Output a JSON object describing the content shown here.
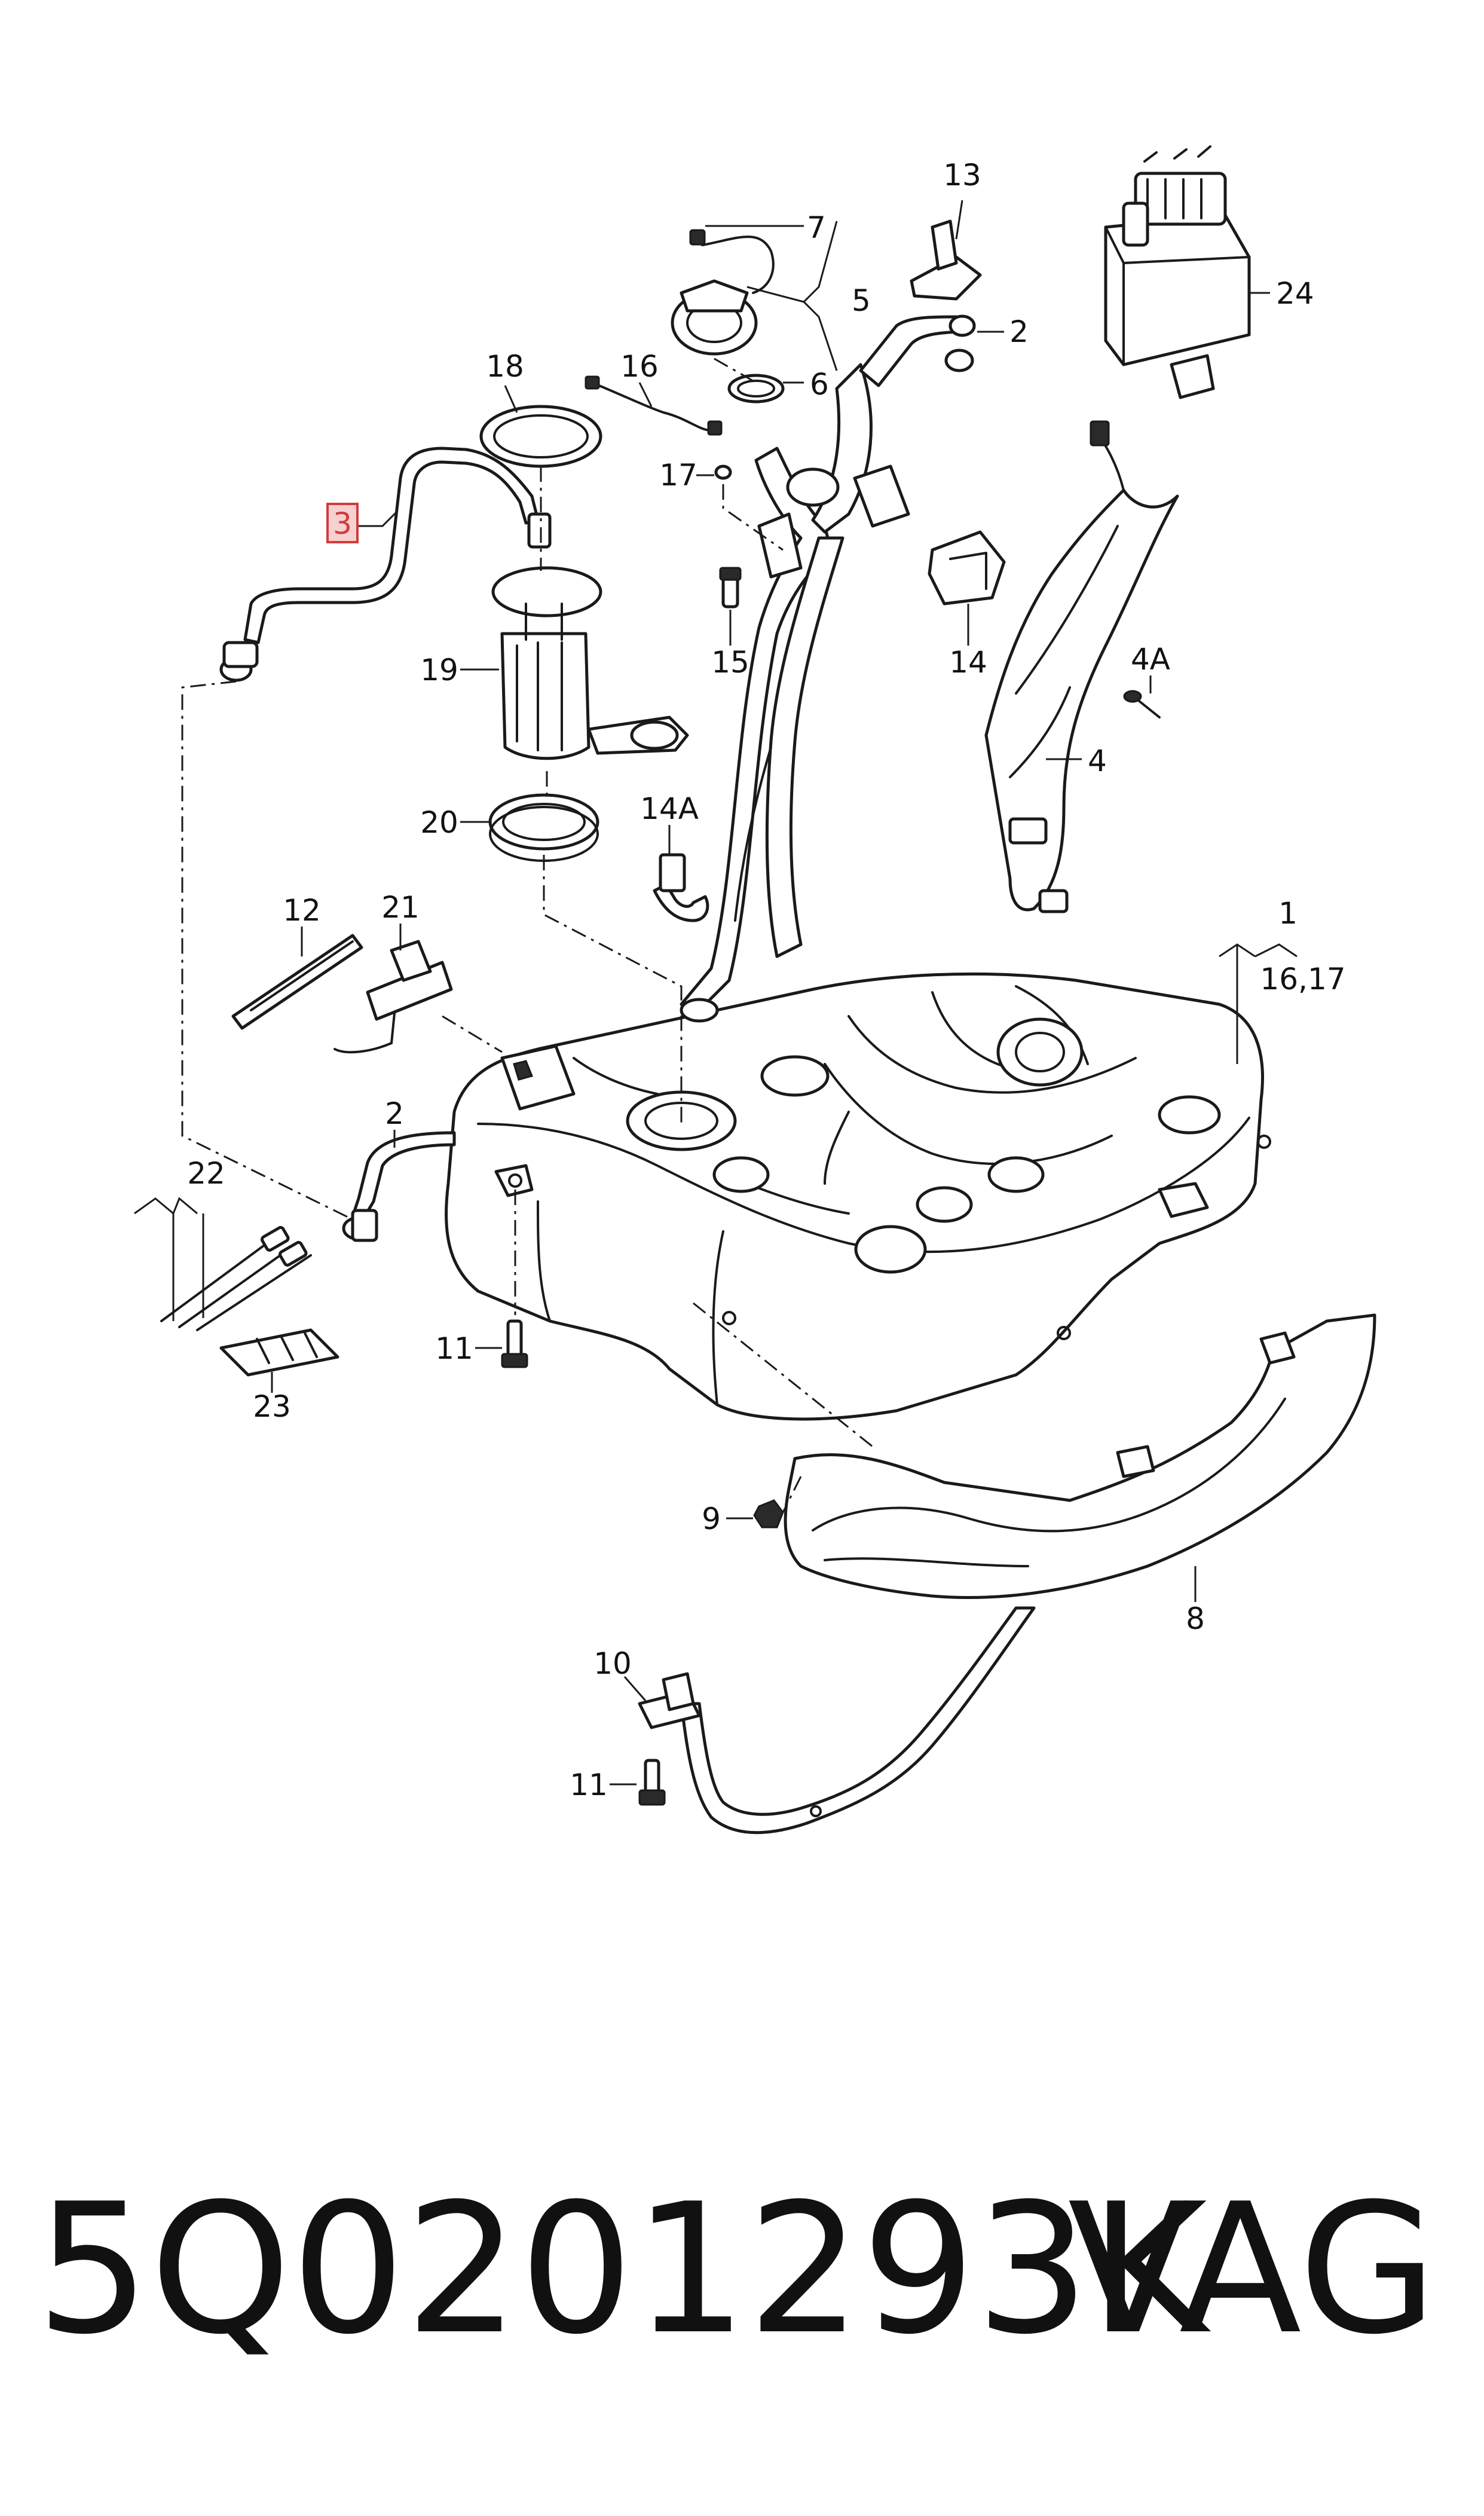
{
  "diagram": {
    "callouts": {
      "c1": "1",
      "c16_17": "16,17",
      "c2a": "2",
      "c2b": "2",
      "c3": "3",
      "c4": "4",
      "c4a": "4A",
      "c5": "5",
      "c6": "6",
      "c7": "7",
      "c8": "8",
      "c9": "9",
      "c10": "10",
      "c11a": "11",
      "c11b": "11",
      "c12": "12",
      "c13": "13",
      "c14": "14",
      "c14a": "14A",
      "c15": "15",
      "c16": "16",
      "c17": "17",
      "c18": "18",
      "c19": "19",
      "c20": "20",
      "c21": "21",
      "c22": "22",
      "c23": "23",
      "c24": "24"
    },
    "highlighted_callout": "3",
    "highlight_color": "#d23b3b"
  },
  "footer": {
    "part_number": "5Q0201293K",
    "brand": "VAG"
  }
}
